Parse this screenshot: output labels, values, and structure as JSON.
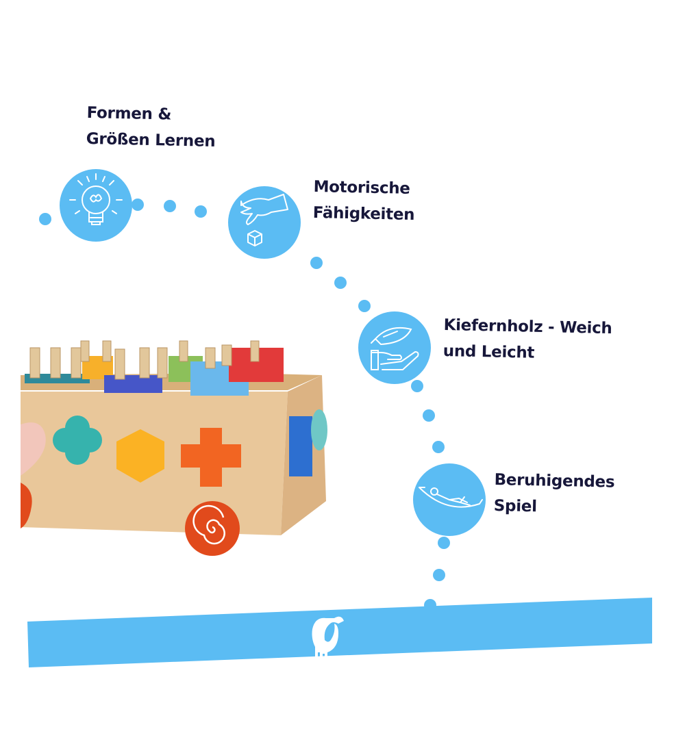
{
  "features": [
    {
      "line1": "Formen &",
      "line2": "Größen Lernen",
      "icon": "lightbulb-brain-icon"
    },
    {
      "line1": "Motorische",
      "line2": "Fähigkeiten",
      "icon": "hand-cube-icon"
    },
    {
      "line1": "Kiefernholz - Weich",
      "line2": "und Leicht",
      "icon": "feather-hand-icon"
    },
    {
      "line1": "Beruhigendes",
      "line2": "Spiel",
      "icon": "hammock-icon"
    }
  ],
  "banner": {
    "logo": "dinosaur-logo-icon"
  },
  "colors": {
    "accent": "#5bbcf3",
    "text": "#17173a",
    "wood": "#e9c79a"
  }
}
